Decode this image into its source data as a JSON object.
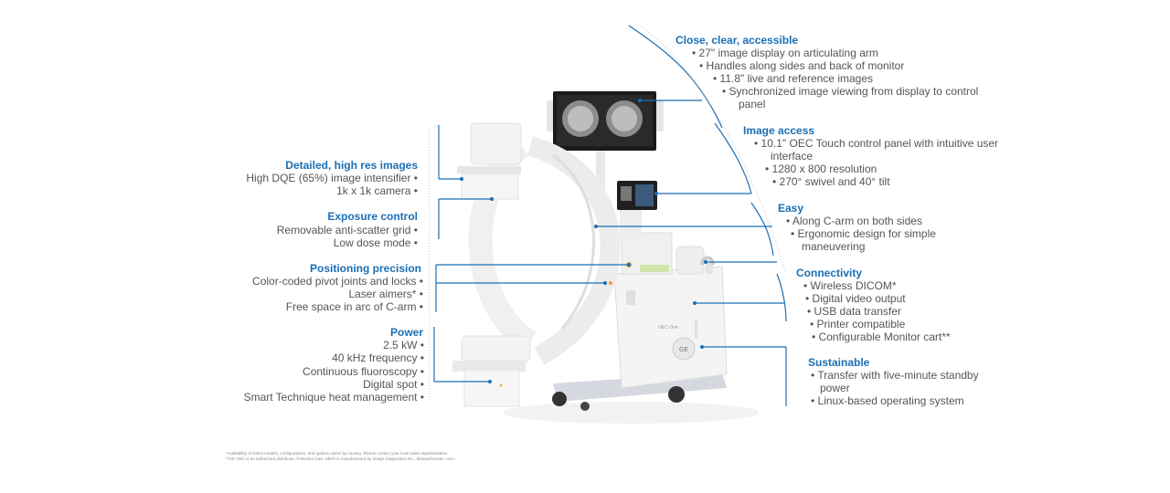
{
  "left_groups": [
    {
      "title": "Detailed, high res images",
      "items": [
        "High DQE (65%) image intensifier •",
        "1k x 1k camera •"
      ]
    },
    {
      "title": "Exposure control",
      "items": [
        "Removable anti-scatter grid •",
        "Low dose mode •"
      ]
    },
    {
      "title": "Positioning precision",
      "items": [
        "Color-coded pivot joints and locks •",
        "Laser aimers* •",
        "Free space in arc of C-arm •"
      ]
    },
    {
      "title": "Power",
      "items": [
        "2.5 kW •",
        "40 kHz frequency •",
        "Continuous fluoroscopy •",
        "Digital spot •",
        "Smart Technique heat management •"
      ]
    }
  ],
  "right_groups": [
    {
      "title": "Close, clear, accessible",
      "items": [
        "• 27\" image display on articulating arm",
        "• Handles along sides and back of monitor",
        "• 11.8\" live and reference images",
        "• Synchronized image viewing from display to control",
        "panel"
      ]
    },
    {
      "title": "Image access",
      "items": [
        "• 10.1\" OEC Touch control panel with intuitive user",
        "interface",
        "• 1280 x 800 resolution",
        "• 270° swivel and 40° tilt"
      ]
    },
    {
      "title": "Easy",
      "items": [
        "• Along C-arm on both sides",
        "• Ergonomic design for simple",
        "maneuvering"
      ]
    },
    {
      "title": "Connectivity",
      "items": [
        "• Wireless DICOM*",
        "• Digital video output",
        "• USB data transfer",
        "• Printer compatible",
        "• Configurable Monitor cart**"
      ]
    },
    {
      "title": "Sustainable",
      "items": [
        "• Transfer with five-minute standby",
        "power",
        "• Linux-based operating system"
      ]
    }
  ],
  "device": {
    "brand_label": "OEC One"
  },
  "footnotes": [
    "*Availability of select models, configurations, and options varies by country. Please contact your local sales representative.",
    "**GE OEC is an authorized distributor of Monitor Cart, which is manufactured by Image Diagnostics Inc., Massachusetts, USA."
  ],
  "colors": {
    "accent": "#1a6fb5",
    "text": "#555555"
  }
}
